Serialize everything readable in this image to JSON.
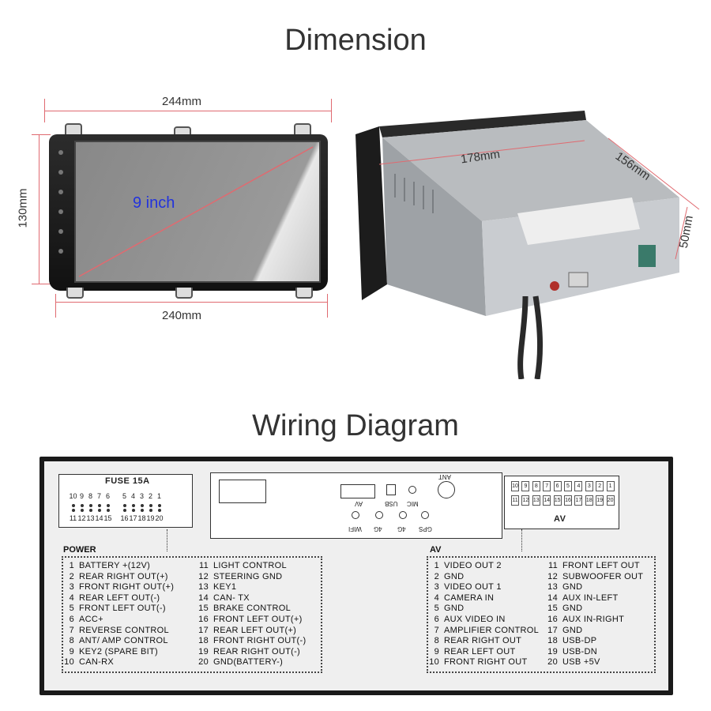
{
  "titles": {
    "dimension": "Dimension",
    "wiring": "Wiring Diagram"
  },
  "dimensions": {
    "top_width": "244mm",
    "height": "130mm",
    "bottom_width": "240mm",
    "screen_size": "9 inch",
    "depth": "178mm",
    "back_width": "156mm",
    "back_height": "50mm"
  },
  "wiring": {
    "fuse_label": "FUSE 15A",
    "fuse_pins_top": [
      "10",
      "9",
      "8",
      "7",
      "6",
      "5",
      "4",
      "3",
      "2",
      "1"
    ],
    "fuse_pins_bottom": [
      "11",
      "12",
      "13",
      "14",
      "15",
      "16",
      "17",
      "18",
      "19",
      "20"
    ],
    "center_ports": {
      "ant": "ANT",
      "av": "AV",
      "usb": "USB",
      "mic": "MIC",
      "wifi": "WIFI",
      "4g_a": "4G",
      "4g_b": "4G",
      "gps": "GPS"
    },
    "av_connector_label": "AV",
    "av_pins_top": [
      "10",
      "9",
      "8",
      "7",
      "6",
      "5",
      "4",
      "3",
      "2",
      "1"
    ],
    "av_pins_bottom": [
      "11",
      "12",
      "13",
      "14",
      "15",
      "16",
      "17",
      "18",
      "19",
      "20"
    ],
    "power_label": "POWER",
    "av_label": "AV",
    "power_col1": [
      {
        "n": "1",
        "t": "BATTERY +(12V)"
      },
      {
        "n": "2",
        "t": "REAR RIGHT OUT(+)"
      },
      {
        "n": "3",
        "t": "FRONT RIGHT OUT(+)"
      },
      {
        "n": "4",
        "t": "REAR LEFT OUT(-)"
      },
      {
        "n": "5",
        "t": "FRONT LEFT OUT(-)"
      },
      {
        "n": "6",
        "t": "ACC+"
      },
      {
        "n": "7",
        "t": "REVERSE CONTROL"
      },
      {
        "n": "8",
        "t": "ANT/ AMP CONTROL"
      },
      {
        "n": "9",
        "t": "KEY2 (SPARE BIT)"
      },
      {
        "n": "10",
        "t": "CAN-RX"
      }
    ],
    "power_col2": [
      {
        "n": "11",
        "t": "LIGHT CONTROL"
      },
      {
        "n": "12",
        "t": "STEERING GND"
      },
      {
        "n": "13",
        "t": "KEY1"
      },
      {
        "n": "14",
        "t": "CAN- TX"
      },
      {
        "n": "15",
        "t": "BRAKE CONTROL"
      },
      {
        "n": "16",
        "t": "FRONT LEFT OUT(+)"
      },
      {
        "n": "17",
        "t": "REAR LEFT OUT(+)"
      },
      {
        "n": "18",
        "t": "FRONT RIGHT OUT(-)"
      },
      {
        "n": "19",
        "t": "REAR RIGHT OUT(-)"
      },
      {
        "n": "20",
        "t": "GND(BATTERY-)"
      }
    ],
    "av_col1": [
      {
        "n": "1",
        "t": "VIDEO OUT 2"
      },
      {
        "n": "2",
        "t": "GND"
      },
      {
        "n": "3",
        "t": "VIDEO OUT 1"
      },
      {
        "n": "4",
        "t": "CAMERA IN"
      },
      {
        "n": "5",
        "t": "GND"
      },
      {
        "n": "6",
        "t": "AUX VIDEO IN"
      },
      {
        "n": "7",
        "t": "AMPLIFIER CONTROL"
      },
      {
        "n": "8",
        "t": "REAR RIGHT OUT"
      },
      {
        "n": "9",
        "t": "REAR LEFT OUT"
      },
      {
        "n": "10",
        "t": "FRONT RIGHT OUT"
      }
    ],
    "av_col2": [
      {
        "n": "11",
        "t": "FRONT LEFT OUT"
      },
      {
        "n": "12",
        "t": "SUBWOOFER OUT"
      },
      {
        "n": "13",
        "t": "GND"
      },
      {
        "n": "14",
        "t": "AUX IN-LEFT"
      },
      {
        "n": "15",
        "t": "GND"
      },
      {
        "n": "16",
        "t": "AUX IN-RIGHT"
      },
      {
        "n": "17",
        "t": "GND"
      },
      {
        "n": "18",
        "t": "USB-DP"
      },
      {
        "n": "19",
        "t": "USB-DN"
      },
      {
        "n": "20",
        "t": "USB +5V"
      }
    ]
  }
}
